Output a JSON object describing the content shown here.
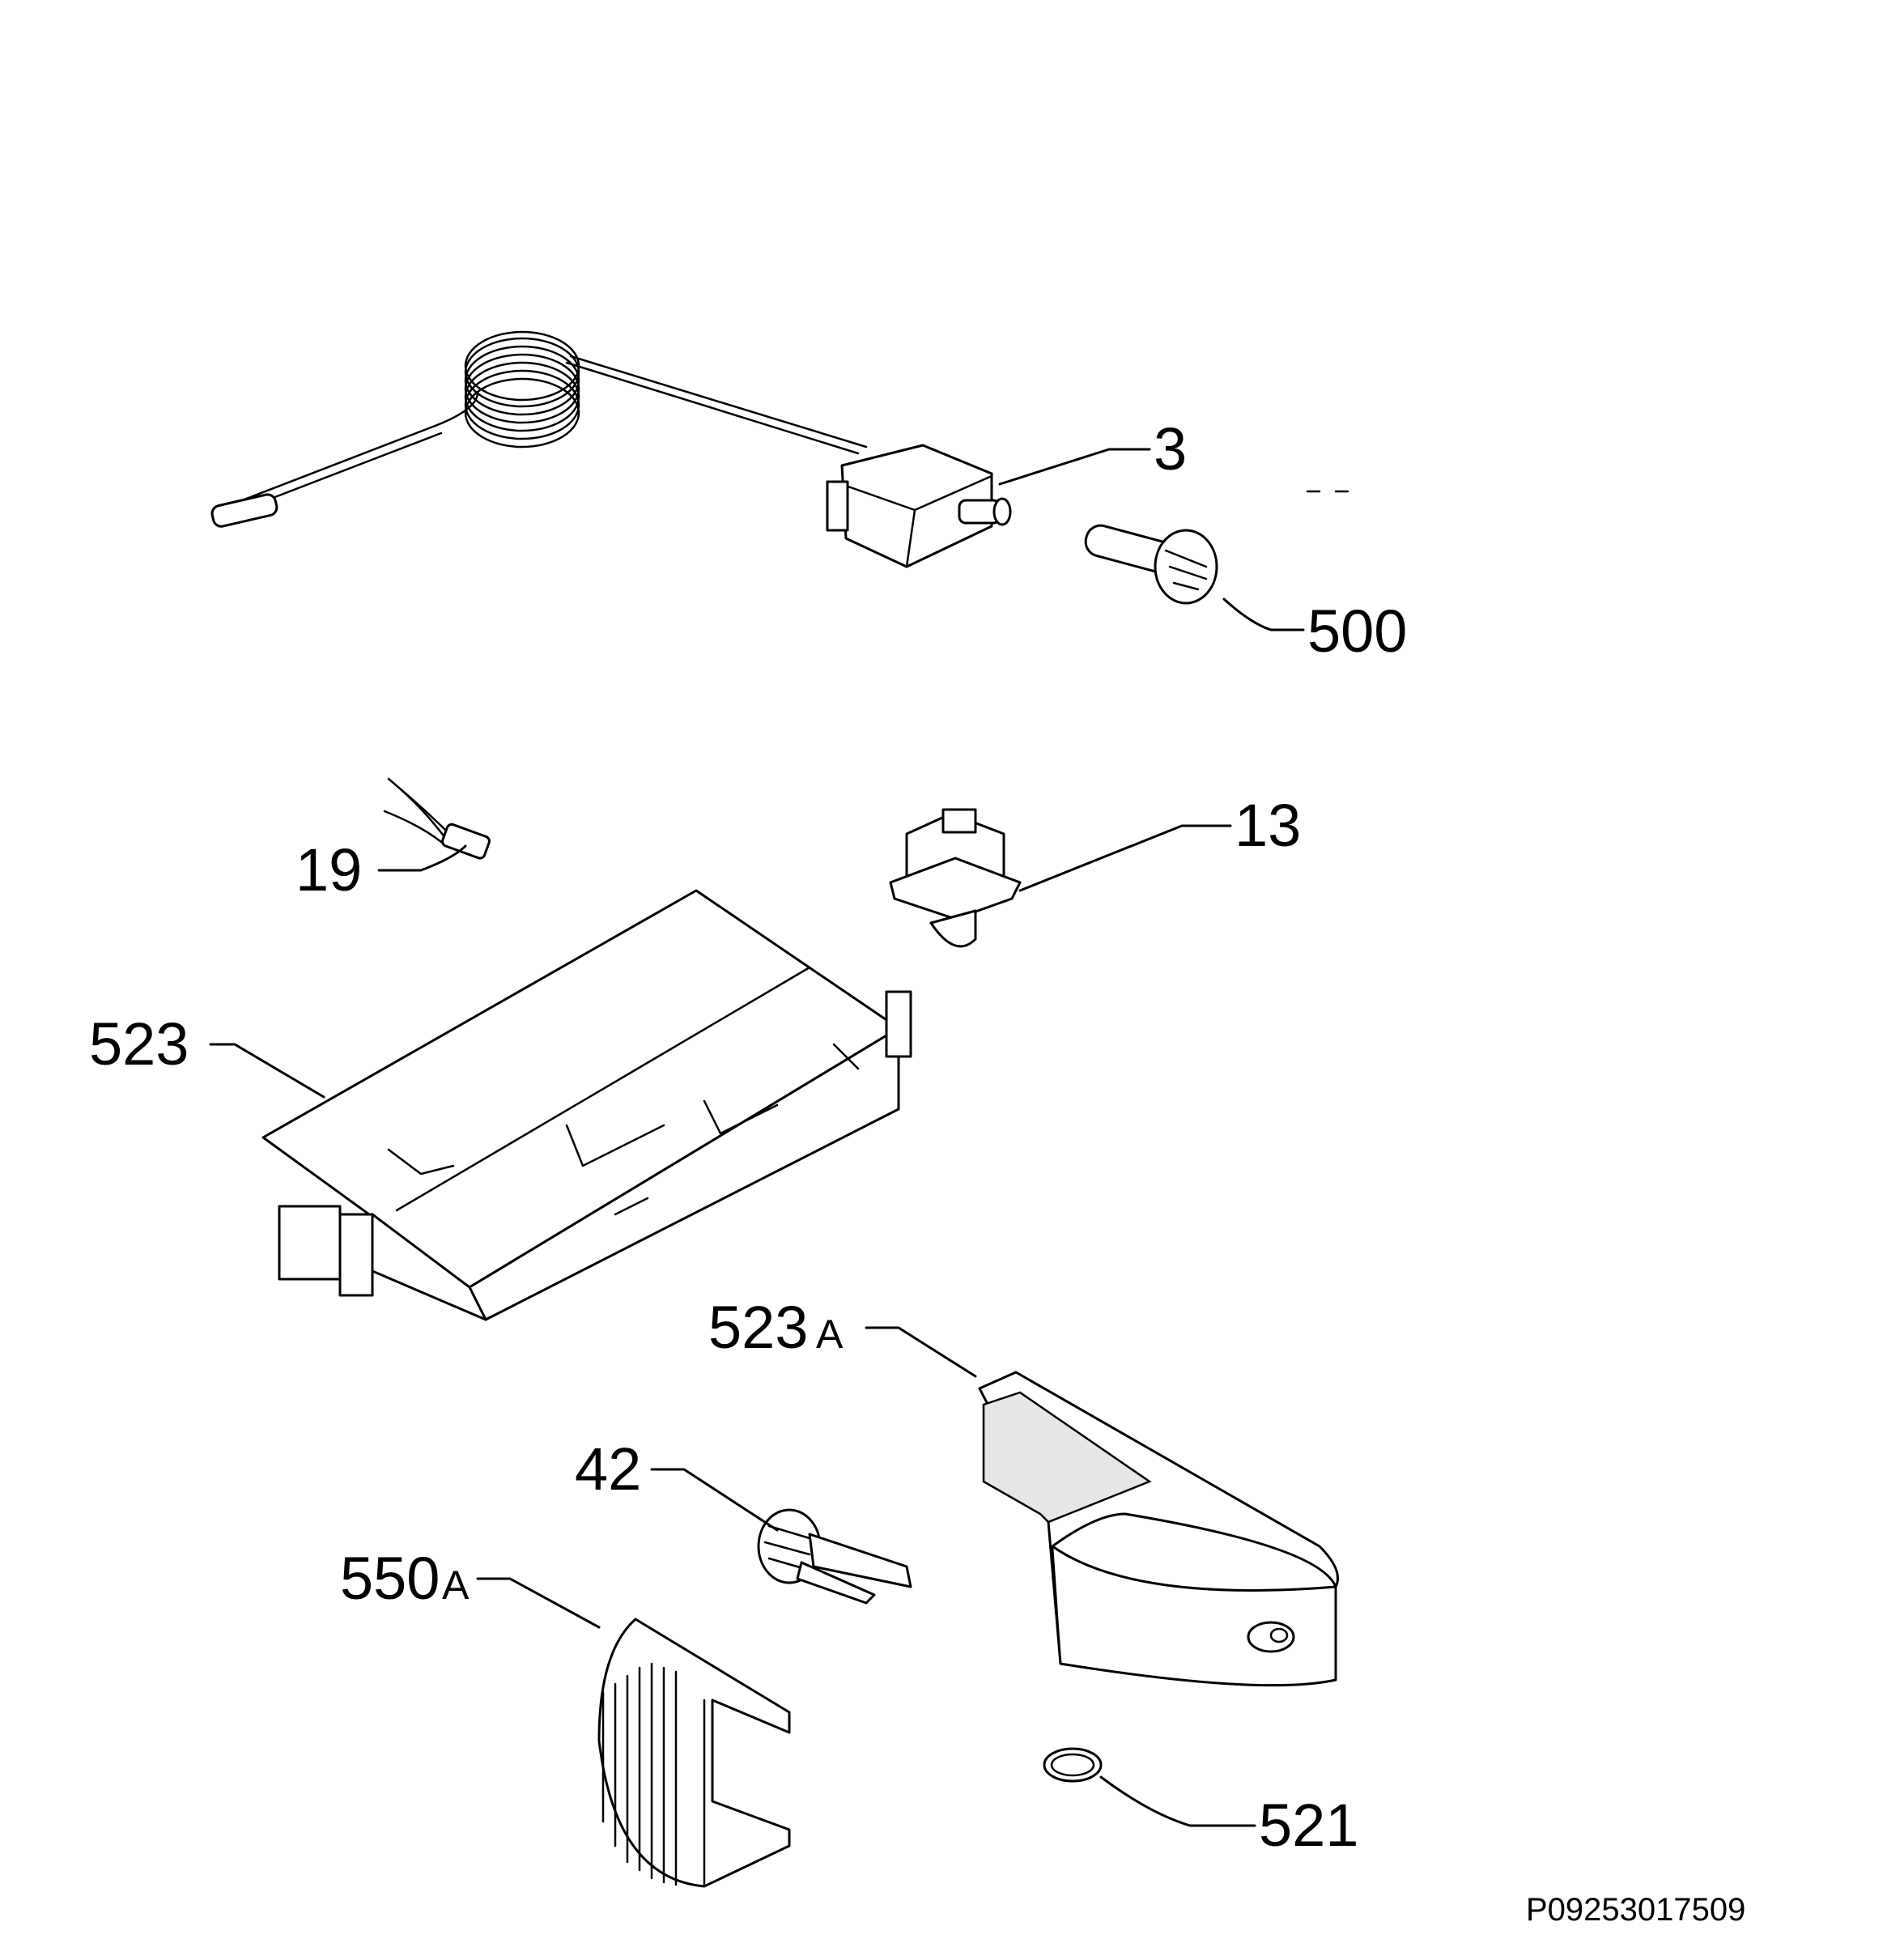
{
  "callouts": {
    "p3": "3",
    "p500": "500",
    "p13": "13",
    "p19": "19",
    "p523": "523",
    "p523a_num": "523",
    "p523a_suffix": "A",
    "p42": "42",
    "p550a_num": "550",
    "p550a_suffix": "A",
    "p521": "521"
  },
  "reference_code": "P09253017509"
}
